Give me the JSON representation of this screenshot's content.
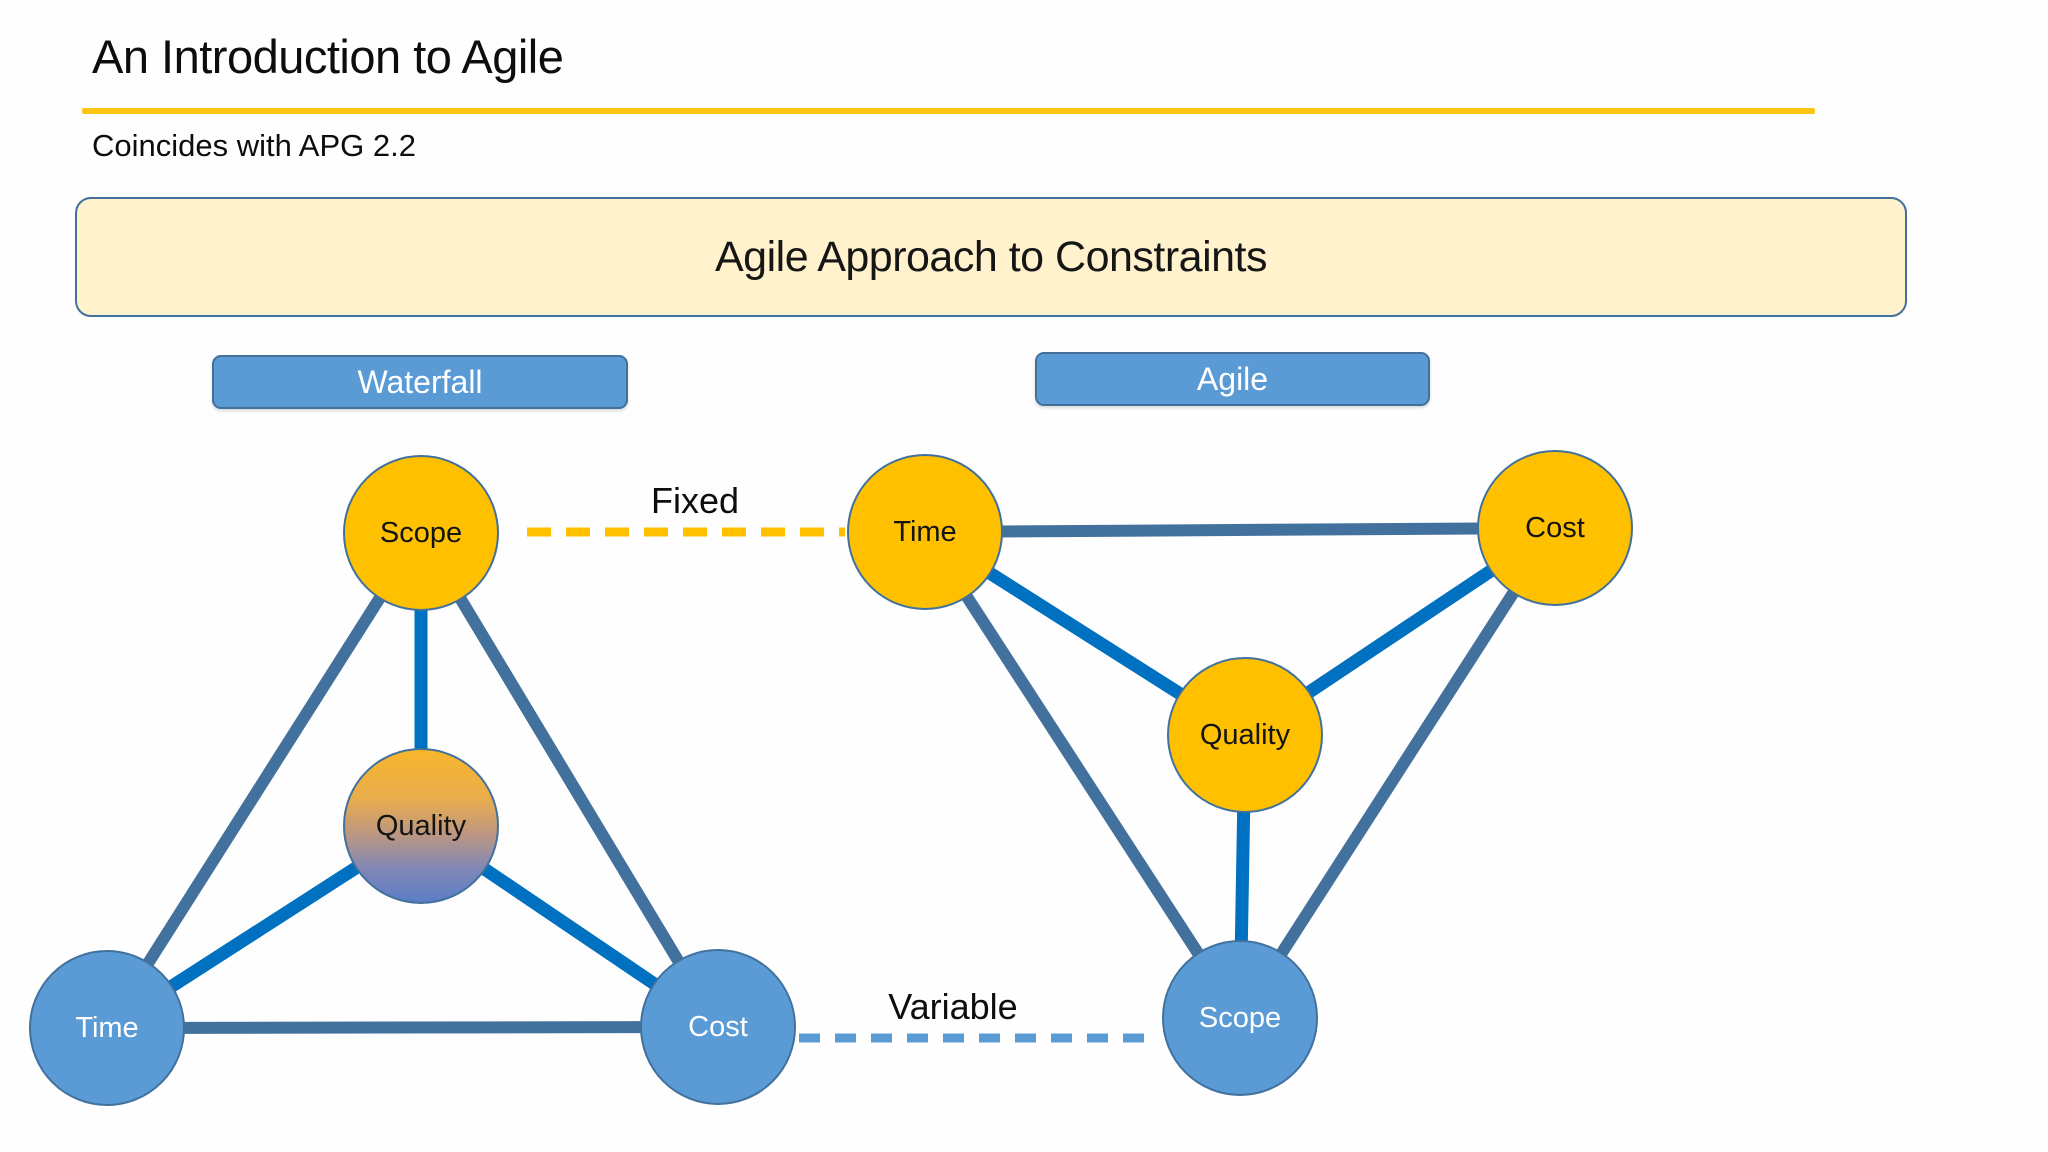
{
  "slide": {
    "title": "An Introduction to Agile",
    "subtitle": "Coincides with APG 2.2",
    "banner": "Agile Approach to Constraints"
  },
  "colors": {
    "gold": "#FFC000",
    "node_blue": "#5B9BD5",
    "edge_steel_blue": "#41719C",
    "edge_bright_blue": "#0070C0",
    "banner_fill": "#FFF2CC",
    "banner_border": "#41719C",
    "title_underline": "#FDC513",
    "dashed_fixed": "#FFC000",
    "dashed_variable": "#5B9BD5"
  },
  "diagram": {
    "connector_fixed": {
      "label": "Fixed",
      "style": "dashed",
      "color": "#FFC000"
    },
    "connector_variable": {
      "label": "Variable",
      "style": "dashed",
      "color": "#5B9BD5"
    },
    "waterfall": {
      "header": "Waterfall",
      "nodes": [
        {
          "label": "Scope",
          "appearance": "gold"
        },
        {
          "label": "Quality",
          "appearance": "gold-to-blue-gradient"
        },
        {
          "label": "Time",
          "appearance": "blue"
        },
        {
          "label": "Cost",
          "appearance": "blue"
        }
      ]
    },
    "agile": {
      "header": "Agile",
      "nodes": [
        {
          "label": "Time",
          "appearance": "gold"
        },
        {
          "label": "Cost",
          "appearance": "gold"
        },
        {
          "label": "Quality",
          "appearance": "gold"
        },
        {
          "label": "Scope",
          "appearance": "blue"
        }
      ]
    }
  }
}
